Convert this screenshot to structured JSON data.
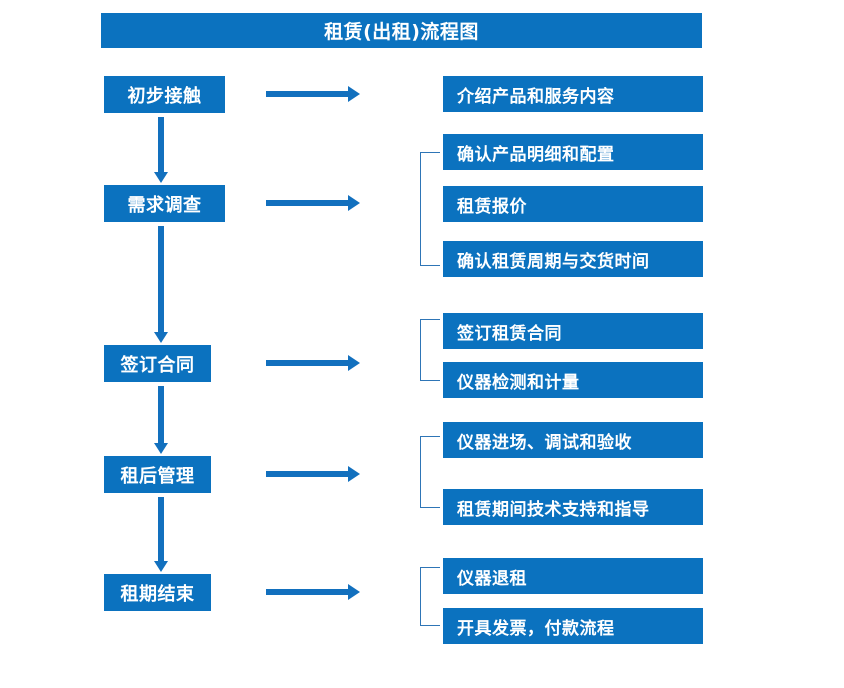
{
  "meta": {
    "accent_color": "#0B72BF",
    "arrow_color": "#1270BE",
    "bracket_color": "#2E75B6",
    "text_color": "#FFFFFF",
    "background_color": "#FFFFFF"
  },
  "title": "租赁(出租)流程图",
  "stages": [
    {
      "id": "stage-1",
      "label": "初步接触"
    },
    {
      "id": "stage-2",
      "label": "需求调查"
    },
    {
      "id": "stage-3",
      "label": "签订合同"
    },
    {
      "id": "stage-4",
      "label": "租后管理"
    },
    {
      "id": "stage-5",
      "label": "租期结束"
    }
  ],
  "details": [
    {
      "group": 1,
      "items": [
        "介绍产品和服务内容"
      ]
    },
    {
      "group": 2,
      "items": [
        "确认产品明细和配置",
        "租赁报价",
        "确认租赁周期与交货时间"
      ]
    },
    {
      "group": 3,
      "items": [
        "签订租赁合同",
        "仪器检测和计量"
      ]
    },
    {
      "group": 4,
      "items": [
        "仪器进场、调试和验收",
        "租赁期间技术支持和指导"
      ]
    },
    {
      "group": 5,
      "items": [
        "仪器退租",
        "开具发票，付款流程"
      ]
    }
  ],
  "detail_boxes": {
    "d1_1": "介绍产品和服务内容",
    "d2_1": "确认产品明细和配置",
    "d2_2": "租赁报价",
    "d2_3": "确认租赁周期与交货时间",
    "d3_1": "签订租赁合同",
    "d3_2": "仪器检测和计量",
    "d4_1": "仪器进场、调试和验收",
    "d4_2": "租赁期间技术支持和指导",
    "d5_1": "仪器退租",
    "d5_2": "开具发票，付款流程"
  },
  "stage_boxes": {
    "s1": "初步接触",
    "s2": "需求调查",
    "s3": "签订合同",
    "s4": "租后管理",
    "s5": "租期结束"
  }
}
